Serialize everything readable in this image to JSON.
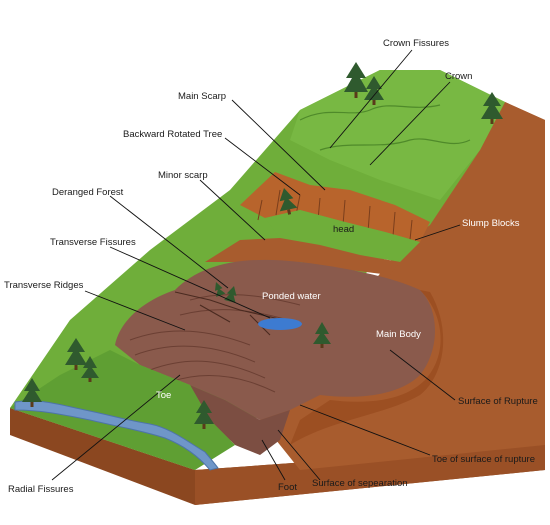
{
  "labels": {
    "crown_fissures": "Crown Fissures",
    "crown": "Crown",
    "main_scarp": "Main Scarp",
    "backward_rotated_tree": "Backward Rotated Tree",
    "minor_scarp": "Minor scarp",
    "deranged_forest": "Deranged Forest",
    "transverse_fissures": "Transverse Fissures",
    "transverse_ridges": "Transverse Ridges",
    "head": "head",
    "slump_blocks": "Slump Blocks",
    "ponded_water": "Ponded water",
    "main_body": "Main Body",
    "toe": "Toe",
    "surface_of_rupture": "Surface of Rupture",
    "toe_of_surface_of_rupture": "Toe of surface of rupture",
    "surface_of_separation": "Surface of sepearation",
    "foot": "Foot",
    "radial_fissures": "Radial Fissures"
  },
  "colors": {
    "grass": "#6fae3a",
    "grass_dark": "#4f8a2a",
    "soil": "#a0552a",
    "soil_dark": "#7a3e1c",
    "slide_mass": "#8a5a4c",
    "water": "#6f96c8",
    "tree": "#2f5a2e"
  }
}
